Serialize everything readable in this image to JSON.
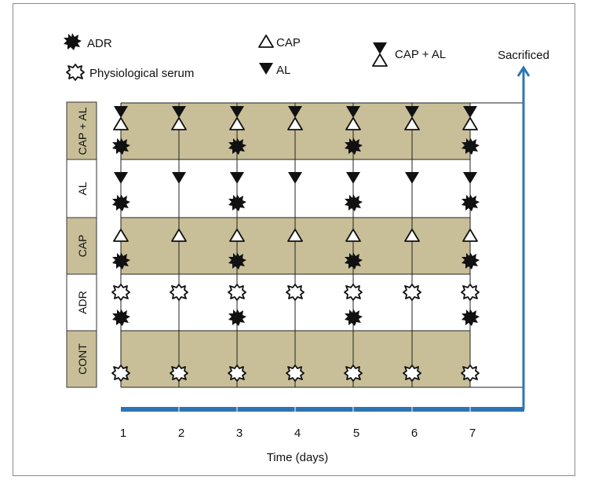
{
  "legend": {
    "adr": "ADR",
    "serum": "Physiological serum",
    "cap": "CAP",
    "al": "AL",
    "cap_al": "CAP + AL"
  },
  "endpoint_label": "Sacrificed",
  "groups": [
    {
      "key": "cap_al",
      "label": "CAP + AL",
      "shaded": true,
      "top_marker": "cap-al-hourglass-icon",
      "bottom_marker": "adr-splat-icon",
      "bottom_days": [
        1,
        3,
        5,
        7
      ]
    },
    {
      "key": "al",
      "label": "AL",
      "shaded": false,
      "top_marker": "al-triangle-down-icon",
      "bottom_marker": "adr-splat-icon",
      "bottom_days": [
        1,
        3,
        5,
        7
      ]
    },
    {
      "key": "cap",
      "label": "CAP",
      "shaded": true,
      "top_marker": "cap-triangle-up-icon",
      "bottom_marker": "adr-splat-icon",
      "bottom_days": [
        1,
        3,
        5,
        7
      ]
    },
    {
      "key": "adr",
      "label": "ADR",
      "shaded": false,
      "top_marker": "serum-splat-icon",
      "bottom_marker": "adr-splat-icon",
      "bottom_days": [
        1,
        3,
        5,
        7
      ]
    },
    {
      "key": "cont",
      "label": "CONT",
      "shaded": true,
      "top_marker": null,
      "bottom_marker": "serum-splat-icon",
      "bottom_days": [
        1,
        2,
        3,
        4,
        5,
        6,
        7
      ]
    }
  ],
  "days": [
    "1",
    "2",
    "3",
    "4",
    "5",
    "6",
    "7"
  ],
  "xlabel": "Time (days)",
  "colors": {
    "band_fill": "#c8bf98",
    "axis_blue": "#2e74b5",
    "line": "#222222"
  }
}
